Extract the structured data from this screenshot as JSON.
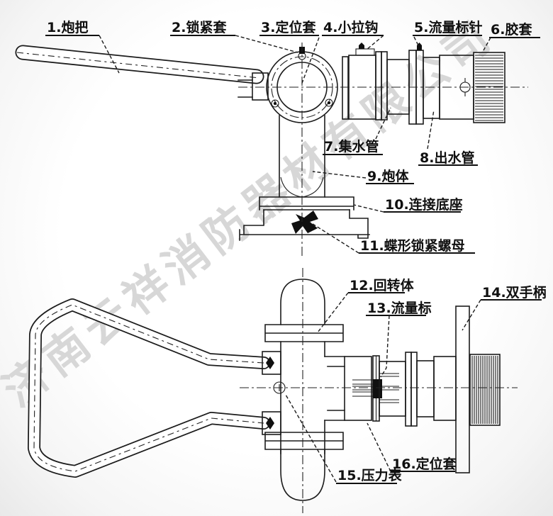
{
  "watermark": "济南云祥消防器材有限公司",
  "colors": {
    "line": "#1c1c1c",
    "watermark": "#d7d7d7",
    "background": "#f7f7f7"
  },
  "diagram": {
    "type": "engineering-line-drawing",
    "subject": "移动消防炮两视图",
    "views": 2
  },
  "parts": [
    {
      "num": "1",
      "label": "1.炮把"
    },
    {
      "num": "2",
      "label": "2.锁紧套"
    },
    {
      "num": "3",
      "label": "3.定位套"
    },
    {
      "num": "4",
      "label": "4.小拉钩"
    },
    {
      "num": "5",
      "label": "5.流量标针"
    },
    {
      "num": "6",
      "label": "6.胶套"
    },
    {
      "num": "7",
      "label": "7.集水管"
    },
    {
      "num": "8",
      "label": "8.出水管"
    },
    {
      "num": "9",
      "label": "9.炮体"
    },
    {
      "num": "10",
      "label": "10.连接底座"
    },
    {
      "num": "11",
      "label": "11.蝶形锁紧螺母"
    },
    {
      "num": "12",
      "label": "12.回转体"
    },
    {
      "num": "13",
      "label": "13.流量标"
    },
    {
      "num": "14",
      "label": "14.双手柄"
    },
    {
      "num": "15",
      "label": "15.压力表"
    },
    {
      "num": "16",
      "label": "16.定位套"
    }
  ]
}
